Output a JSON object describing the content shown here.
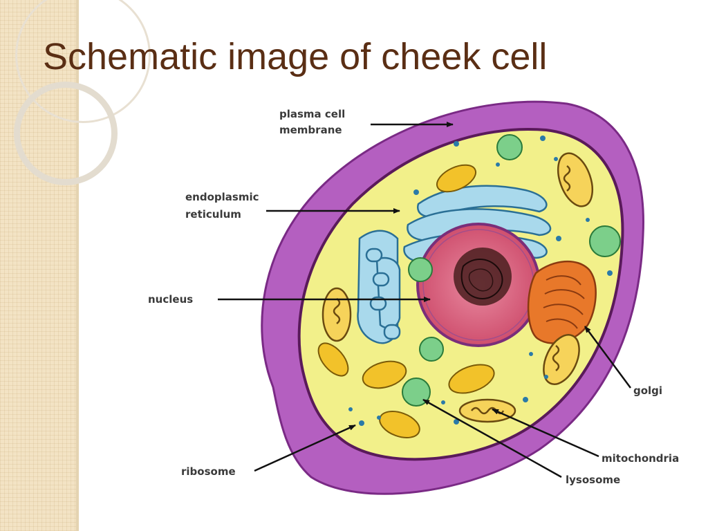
{
  "title": "Schematic image of cheek cell",
  "labels": {
    "plasma_membrane_line1": "plasma cell",
    "plasma_membrane_line2": "membrane",
    "er_line1": "endoplasmic",
    "er_line2": "reticulum",
    "nucleus": "nucleus",
    "golgi": "golgi",
    "mitochondria": "mitochondria",
    "lysosome": "lysosome",
    "ribosome": "ribosome"
  },
  "colors": {
    "title": "#5a2e14",
    "membrane_outer": "#b45fc0",
    "cytoplasm": "#f2f08a",
    "nucleus": "#d9607a",
    "golgi": "#e8782a",
    "lysosome": "#7ccf8a",
    "er": "#a9d9ec"
  }
}
